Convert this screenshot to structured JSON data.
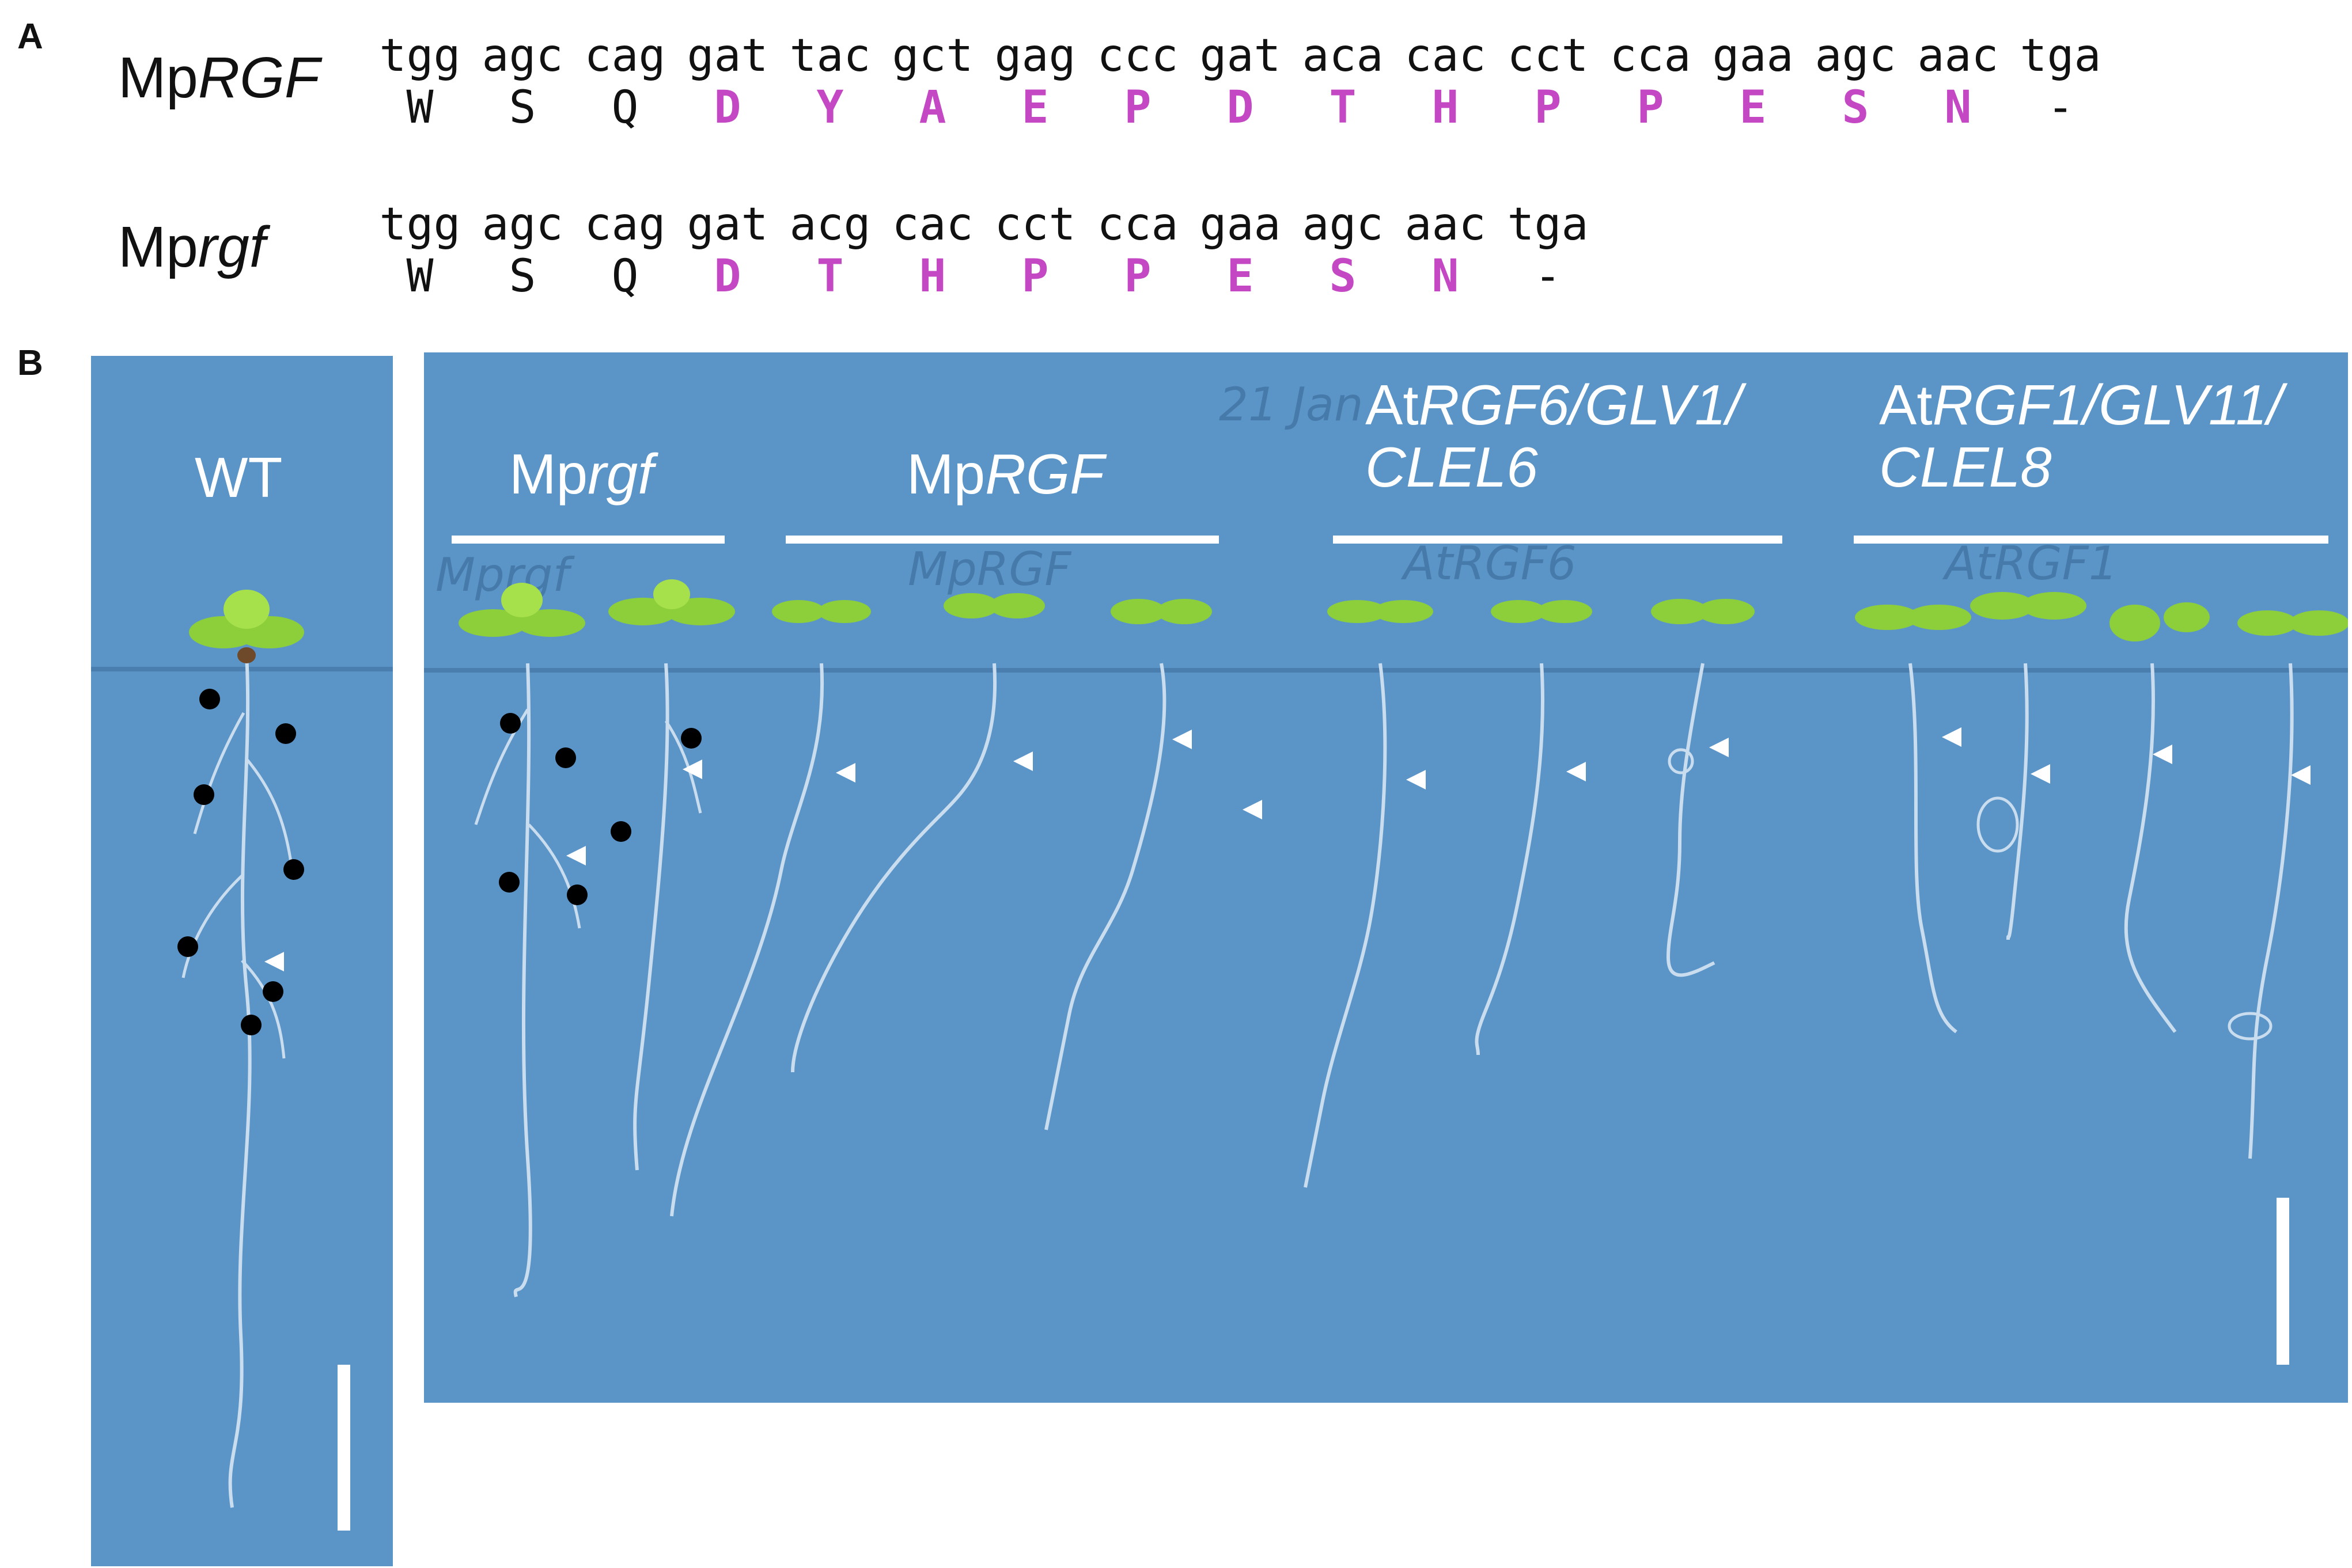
{
  "panel_a": {
    "label": "A",
    "rows": [
      {
        "gene_prefix": "Mp",
        "gene_italic": "RGF",
        "codons": [
          "tgg",
          "agc",
          "cag",
          "gat",
          "tac",
          "gct",
          "gag",
          "ccc",
          "gat",
          "aca",
          "cac",
          "cct",
          "cca",
          "gaa",
          "agc",
          "aac",
          "tga"
        ],
        "amino_acids": [
          "W",
          "S",
          "Q",
          "D",
          "Y",
          "A",
          "E",
          "P",
          "D",
          "T",
          "H",
          "P",
          "P",
          "E",
          "S",
          "N",
          "-"
        ],
        "highlight_from": 3,
        "highlight_to": 15
      },
      {
        "gene_prefix": "Mp",
        "gene_italic": "rgf",
        "codons": [
          "tgg",
          "agc",
          "cag",
          "gat",
          "acg",
          "cac",
          "cct",
          "cca",
          "gaa",
          "agc",
          "aac",
          "tga"
        ],
        "amino_acids": [
          "W",
          "S",
          "Q",
          "D",
          "T",
          "H",
          "P",
          "P",
          "E",
          "S",
          "N",
          "-"
        ],
        "highlight_from": 3,
        "highlight_to": 10
      }
    ],
    "colors": {
      "normal": "#111111",
      "highlight": "#c448c4"
    }
  },
  "panel_b": {
    "label": "B",
    "wt_label": "WT",
    "groups": [
      {
        "prefix": "Mp",
        "italic": "rgf",
        "suffix": ""
      },
      {
        "prefix": "Mp",
        "italic": "RGF",
        "suffix": ""
      },
      {
        "prefix": "At",
        "italic": "RGF6/GLV1/",
        "line2": "CLEL6"
      },
      {
        "prefix": "At",
        "italic": "RGF1/GLV11/",
        "line2": "CLEL8"
      }
    ],
    "plate_color": "#5b95c8",
    "handwriting": [
      "21 Jan",
      "Mprgf",
      "MpRGF",
      "AtRGF6",
      "AtRGF1"
    ]
  }
}
